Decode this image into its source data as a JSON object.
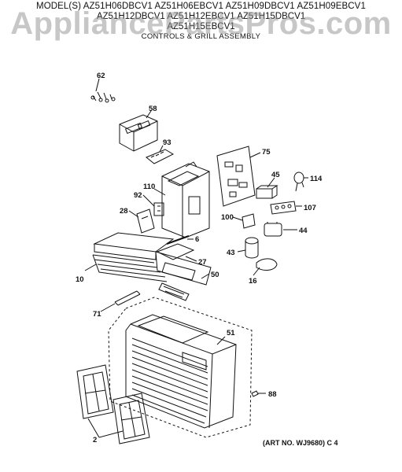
{
  "header": {
    "models_line1": "MODEL(S) AZ51H06DBCV1 AZ51H06EBCV1 AZ51H09DBCV1 AZ51H09EBCV1",
    "models_line2": "AZ51H12DBCV1 AZ51H12EBCV1 AZ51H15DBCV1",
    "models_line3": "AZ51H15EBCV1",
    "subtitle": "CONTROLS & GRILL ASSEMBLY"
  },
  "watermark": "AppliancePartsPros.com",
  "art_number": "(ART NO. WJ9680) C 4",
  "callouts": [
    "62",
    "58",
    "93",
    "75",
    "110",
    "45",
    "114",
    "92",
    "28",
    "100",
    "107",
    "44",
    "6",
    "27",
    "43",
    "10",
    "50",
    "16",
    "71",
    "51",
    "88",
    "2"
  ],
  "colors": {
    "ink": "#111111",
    "watermark": "#9a9a9a"
  }
}
